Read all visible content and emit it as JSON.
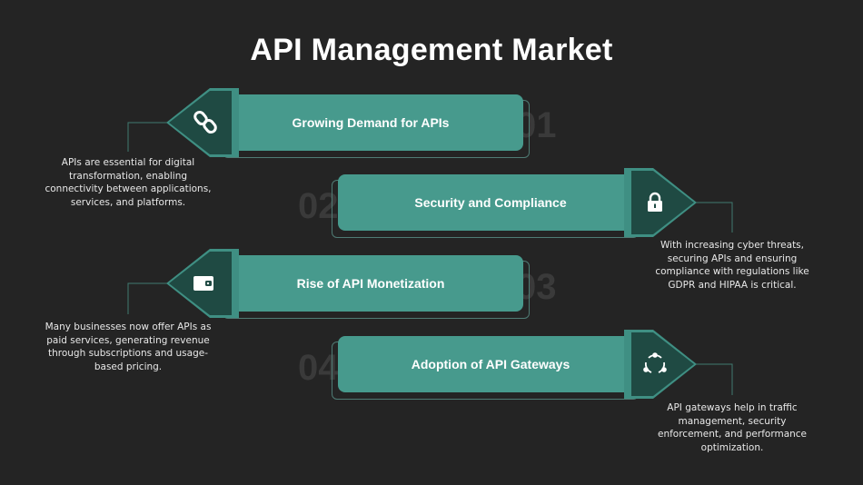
{
  "title": "API Management Market",
  "items": [
    {
      "number": "01",
      "heading": "Growing Demand for APIs",
      "description": "APIs are essential for digital transformation, enabling connectivity between applications, services, and platforms.",
      "icon": "link-icon"
    },
    {
      "number": "02",
      "heading": "Security and Compliance",
      "description": "With increasing cyber threats, securing APIs and ensuring compliance with regulations like GDPR and HIPAA is critical.",
      "icon": "lock-icon"
    },
    {
      "number": "03",
      "heading": "Rise of API Monetization",
      "description": "Many businesses now offer APIs as paid services, generating revenue through subscriptions and usage-based pricing.",
      "icon": "wallet-icon"
    },
    {
      "number": "04",
      "heading": "Adoption of API Gateways",
      "description": "API gateways help in traffic management, security enforcement, and performance optimization.",
      "icon": "network-cycle-icon"
    }
  ],
  "colors": {
    "background": "#242424",
    "bar": "#479a8d",
    "arrow_dark": "#1f4a43",
    "outline": "#4f7b74",
    "number": "#3a3a3a"
  }
}
